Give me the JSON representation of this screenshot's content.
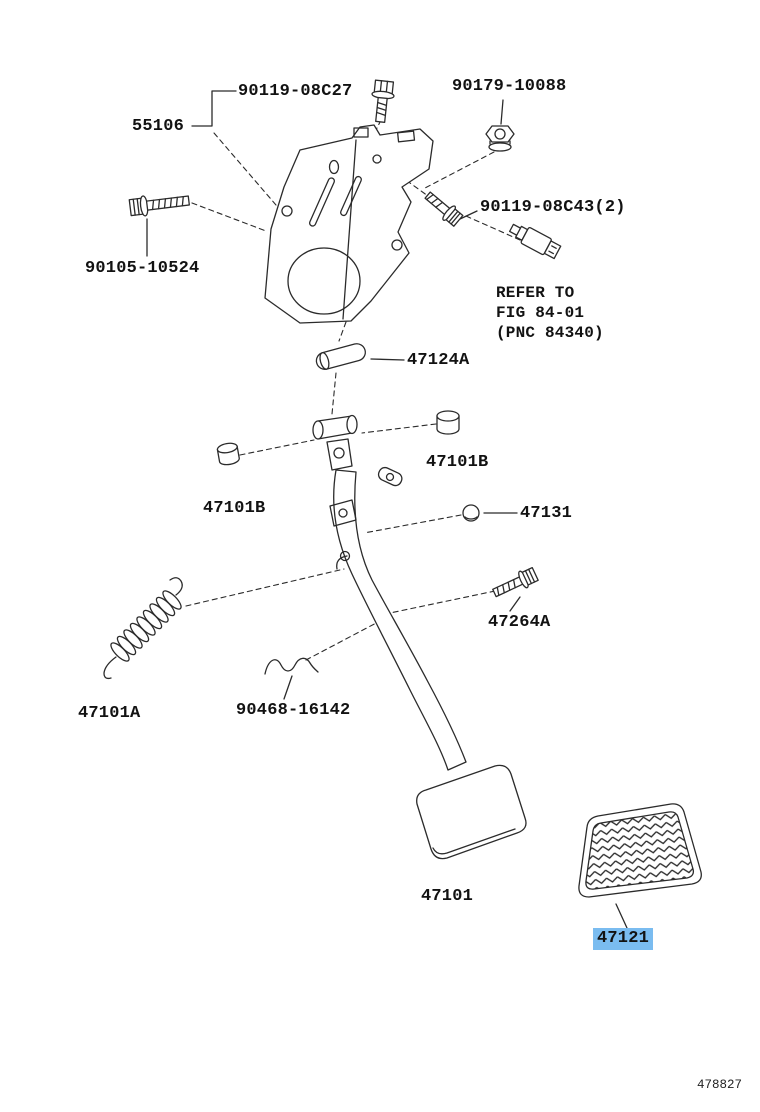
{
  "colors": {
    "highlight": "#7abcf0",
    "ink": "#121212",
    "line_art": "#2b2b2b"
  },
  "labels": {
    "l90119_08c27": "90119-08C27",
    "l55106": "55106",
    "l90179_10088": "90179-10088",
    "l90105_10524": "90105-10524",
    "l90119_08c43": "90119-08C43(2)",
    "l47124a": "47124A",
    "l47101b_right": "47101B",
    "l47101b_left": "47101B",
    "l47131": "47131",
    "l47264a": "47264A",
    "l47101a": "47101A",
    "l90468_16142": "90468-16142",
    "l47101": "47101",
    "l47121": "47121"
  },
  "note": {
    "line1": "REFER TO",
    "line2": "FIG 84-01",
    "line3": "(PNC 84340)"
  },
  "footer": {
    "drawing_number": "478827"
  },
  "highlighted_part": "47121"
}
